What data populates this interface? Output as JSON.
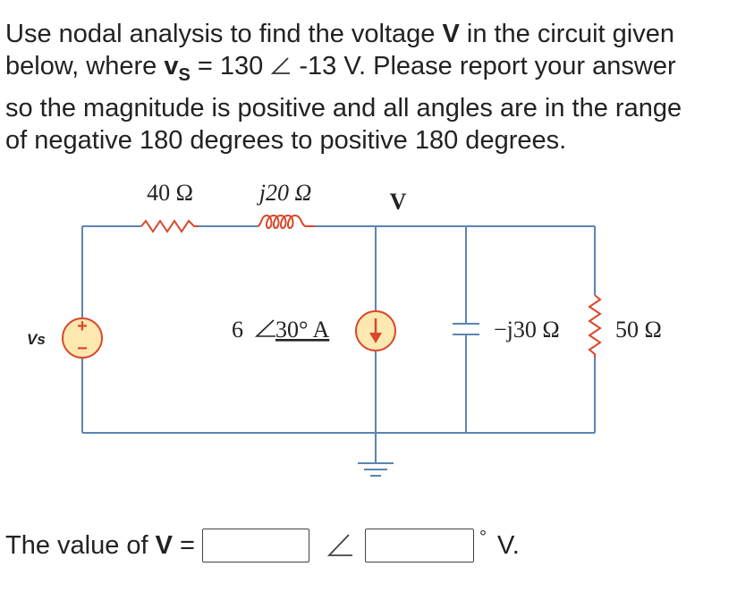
{
  "question": {
    "line1_a": "Use nodal analysis to find the voltage ",
    "line1_bold": "V",
    "line1_b": " in the circuit given",
    "line2_a": "below, where ",
    "line2_v": "v",
    "line2_sub": "S",
    "line2_b": " = 130 ",
    "line2_c": " -13 V.  Please report your answer",
    "line3": "so the magnitude is positive and all angles are in the range",
    "line4": "of negative 180 degrees to positive 180 degrees."
  },
  "circuit": {
    "r1_label": "40 Ω",
    "l1_label": "j20 Ω",
    "node_label": "V",
    "source_label": "Vs",
    "source_plus": "+",
    "source_minus": "−",
    "current_source_label_a": "6 ",
    "current_source_label_b": "30° A",
    "capacitor_label": "−j30 Ω",
    "r2_label": "50 Ω",
    "wire_color": "#5b85b0",
    "component_color": "#d9482b",
    "source_fill": "#fde8b0"
  },
  "answer": {
    "prefix": "The value of ",
    "bold": "V",
    "equals": " =",
    "magnitude_value": "",
    "angle_value": "",
    "degree": "°",
    "unit": " V."
  }
}
